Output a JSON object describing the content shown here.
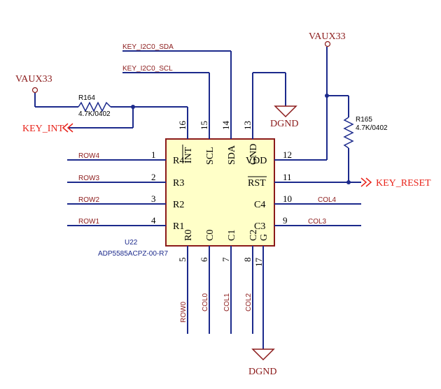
{
  "power": {
    "vaux_left": "VAUX33",
    "vaux_right": "VAUX33",
    "dgnd_top": "DGND",
    "dgnd_bottom": "DGND"
  },
  "ports": {
    "key_int": "KEY_INT",
    "key_reset": "KEY_RESET"
  },
  "resistors": {
    "r164": {
      "ref": "R164",
      "value": "4.7K/0402"
    },
    "r165": {
      "ref": "R165",
      "value": "4.7K/0402"
    }
  },
  "ic": {
    "ref": "U22",
    "part": "ADP5585ACPZ-00-R7"
  },
  "nets": {
    "sda": "KEY_I2C0_SDA",
    "scl": "KEY_I2C0_SCL",
    "row4": "ROW4",
    "row3": "ROW3",
    "row2": "ROW2",
    "row1": "ROW1",
    "col4": "COL4",
    "col3": "COL3",
    "row0": "ROW0",
    "col0": "COL0",
    "col1": "COL1",
    "col2": "COL2"
  },
  "pins": {
    "p1": "1",
    "p2": "2",
    "p3": "3",
    "p4": "4",
    "p5": "5",
    "p6": "6",
    "p7": "7",
    "p8": "8",
    "p9": "9",
    "p10": "10",
    "p11": "11",
    "p12": "12",
    "p13": "13",
    "p14": "14",
    "p15": "15",
    "p16": "16",
    "p17": "17"
  },
  "pin_names": {
    "r4": "R4",
    "r3": "R3",
    "r2": "R2",
    "r1": "R1",
    "vdd": "VDD",
    "rst": "RST",
    "c4": "C4",
    "c3": "C3",
    "int": "INT",
    "scl": "SCL",
    "sda": "SDA",
    "gnd_top": "GND",
    "r0": "R0",
    "c0": "C0",
    "c1": "C1",
    "c2": "C2",
    "g": "G"
  }
}
